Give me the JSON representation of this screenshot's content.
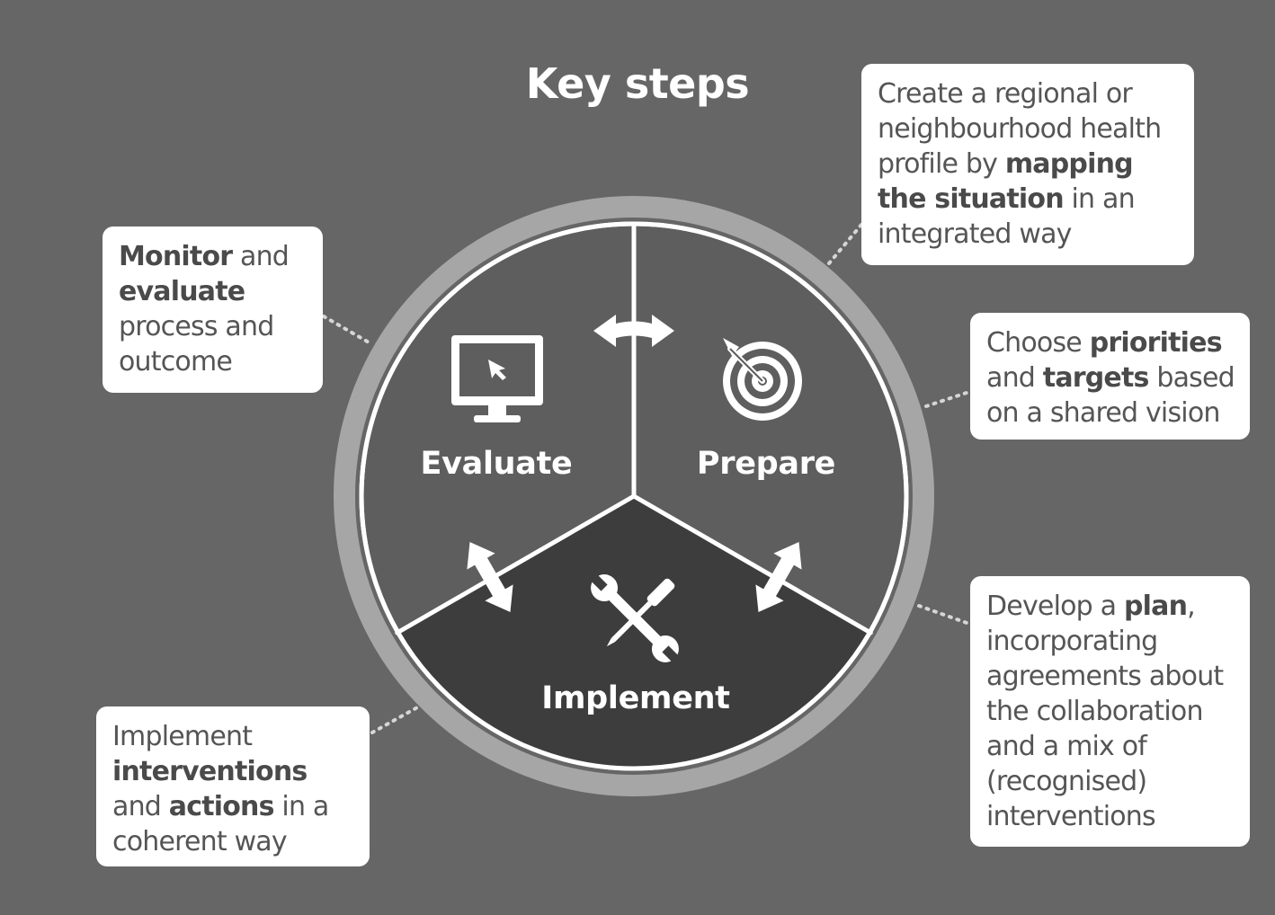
{
  "title": "Key steps",
  "segments": {
    "evaluate": "Evaluate",
    "prepare": "Prepare",
    "implement": "Implement"
  },
  "cards": {
    "monitor": [
      [
        {
          "t": "Monitor",
          "b": true
        },
        {
          "t": " and",
          "b": false
        }
      ],
      [
        {
          "t": "evaluate",
          "b": true
        }
      ],
      [
        {
          "t": "process and",
          "b": false
        }
      ],
      [
        {
          "t": "outcome",
          "b": false
        }
      ]
    ],
    "profile": [
      [
        {
          "t": "Create a regional or",
          "b": false
        }
      ],
      [
        {
          "t": "neighbourhood health",
          "b": false
        }
      ],
      [
        {
          "t": "profile by ",
          "b": false
        },
        {
          "t": "mapping",
          "b": true
        }
      ],
      [
        {
          "t": "the situation",
          "b": true
        },
        {
          "t": " in an",
          "b": false
        }
      ],
      [
        {
          "t": "integrated way",
          "b": false
        }
      ]
    ],
    "priorities": [
      [
        {
          "t": "Choose ",
          "b": false
        },
        {
          "t": "priorities",
          "b": true
        }
      ],
      [
        {
          "t": "and ",
          "b": false
        },
        {
          "t": "targets",
          "b": true
        },
        {
          "t": " based",
          "b": false
        }
      ],
      [
        {
          "t": "on a shared vision",
          "b": false
        }
      ]
    ],
    "plan": [
      [
        {
          "t": "Develop a ",
          "b": false
        },
        {
          "t": "plan",
          "b": true
        },
        {
          "t": ",",
          "b": false
        }
      ],
      [
        {
          "t": "incorporating",
          "b": false
        }
      ],
      [
        {
          "t": "agreements about",
          "b": false
        }
      ],
      [
        {
          "t": "the collaboration",
          "b": false
        }
      ],
      [
        {
          "t": "and a mix of",
          "b": false
        }
      ],
      [
        {
          "t": "(recognised)",
          "b": false
        }
      ],
      [
        {
          "t": "interventions",
          "b": false
        }
      ]
    ],
    "implement": [
      [
        {
          "t": "Implement",
          "b": false
        }
      ],
      [
        {
          "t": "interventions",
          "b": true
        }
      ],
      [
        {
          "t": "and ",
          "b": false
        },
        {
          "t": "actions",
          "b": true
        },
        {
          "t": " in a",
          "b": false
        }
      ],
      [
        {
          "t": "coherent way",
          "b": false
        }
      ]
    ]
  },
  "colors": {
    "background": "#666666",
    "ring": "#a6a6a6",
    "segment": "#5e5e5e",
    "implement_segment": "#3d3d3d",
    "card": "#ffffff",
    "icon": "#ffffff"
  },
  "icons": {
    "evaluate": "monitor-cursor-icon",
    "prepare": "target-dart-icon",
    "implement": "tools-icon",
    "arrows": "double-arrow-icon"
  }
}
